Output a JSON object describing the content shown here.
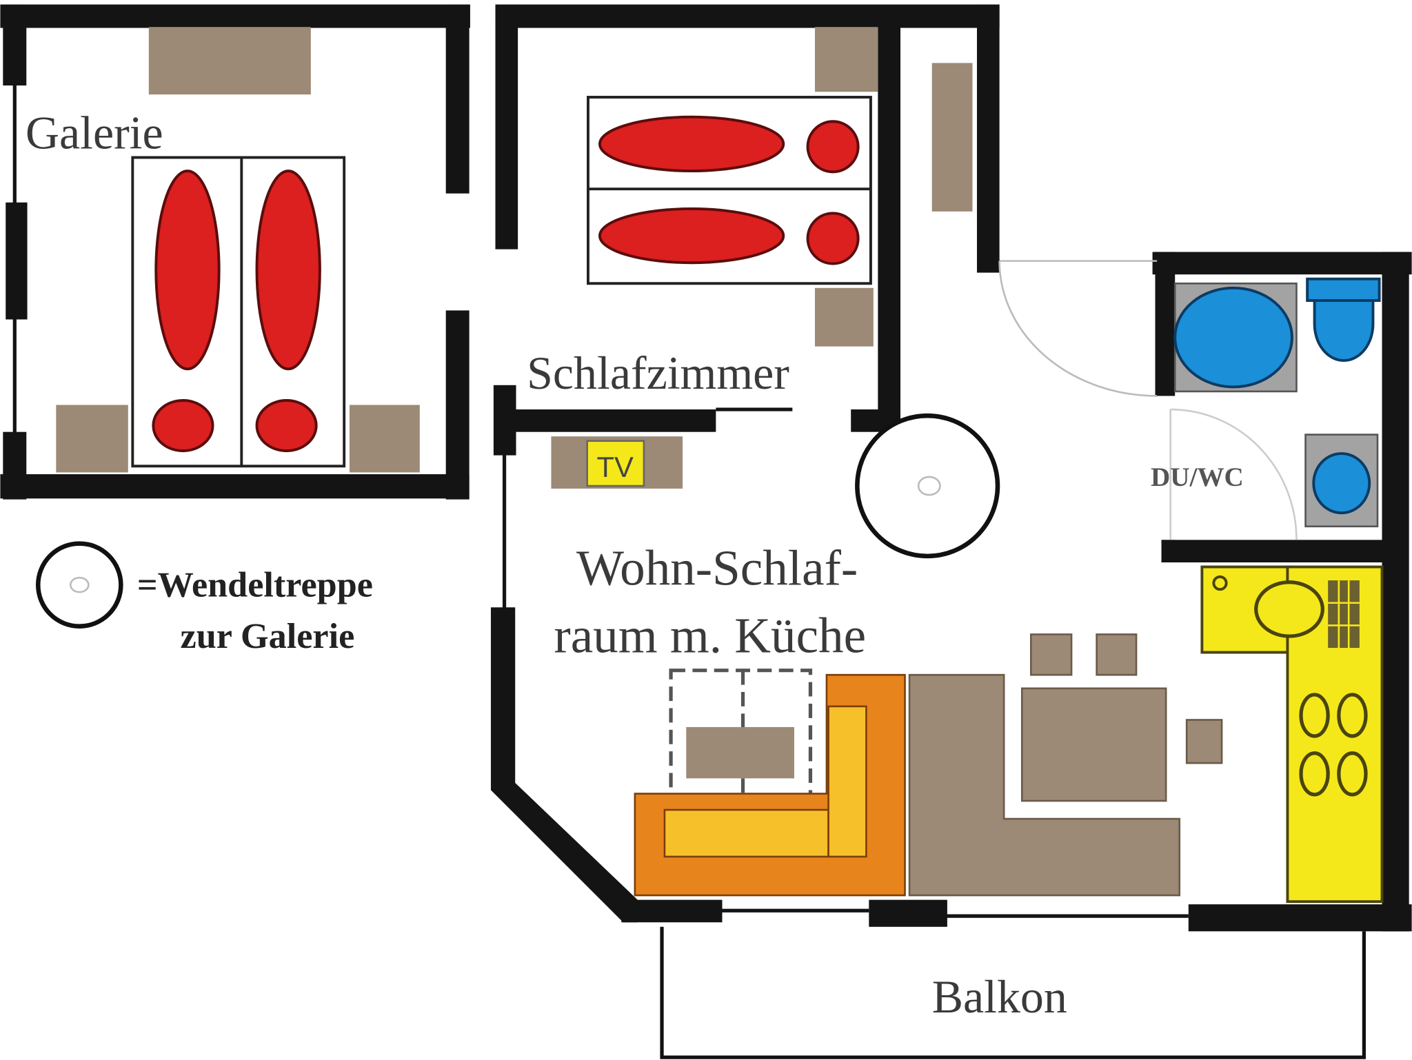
{
  "rooms": {
    "galerie": "Galerie",
    "schlafzimmer": "Schlafzimmer",
    "wohn_line1": "Wohn-Schlaf-",
    "wohn_line2": "raum m. Küche",
    "bath": "DU/WC",
    "balkon": "Balkon"
  },
  "tv_label": "TV",
  "legend": {
    "line1": "=Wendeltreppe",
    "line2": "zur Galerie"
  },
  "colors": {
    "wall": "#141414",
    "furniture": "#9c8a76",
    "bed": "#dc1f1f",
    "sanitary": "#1b8fd8",
    "kitchen": "#f5e81a",
    "sofa": "#e8841c"
  }
}
